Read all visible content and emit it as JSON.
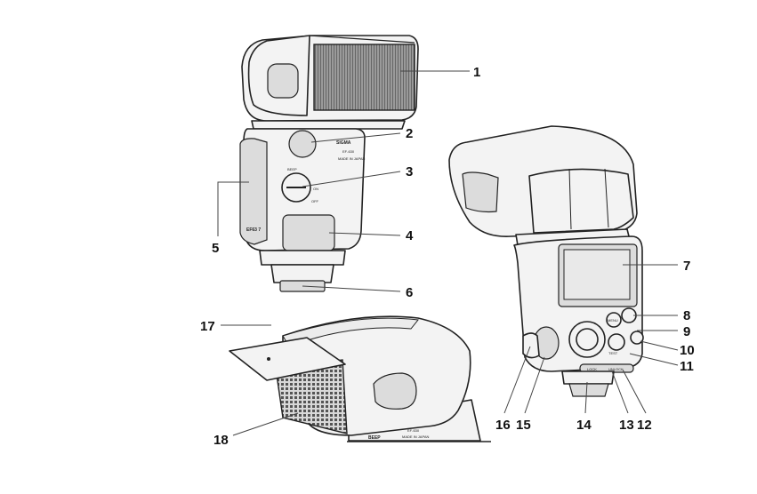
{
  "callouts": [
    {
      "id": "1",
      "label": "1"
    },
    {
      "id": "2",
      "label": "2"
    },
    {
      "id": "3",
      "label": "3"
    },
    {
      "id": "4",
      "label": "4"
    },
    {
      "id": "5",
      "label": "5"
    },
    {
      "id": "6",
      "label": "6"
    },
    {
      "id": "7",
      "label": "7"
    },
    {
      "id": "8",
      "label": "8"
    },
    {
      "id": "9",
      "label": "9"
    },
    {
      "id": "10",
      "label": "10"
    },
    {
      "id": "11",
      "label": "11"
    },
    {
      "id": "12",
      "label": "12"
    },
    {
      "id": "13",
      "label": "13"
    },
    {
      "id": "14",
      "label": "14"
    },
    {
      "id": "15",
      "label": "15"
    },
    {
      "id": "16",
      "label": "16"
    },
    {
      "id": "17",
      "label": "17"
    },
    {
      "id": "18",
      "label": "18"
    }
  ],
  "body_text": {
    "brand": "SIGMA",
    "model": "EF-630",
    "origin": "MADE IN JAPAN",
    "beep": "BEEP",
    "on": "ON",
    "off": "OFF",
    "side_mark": "EF63 7",
    "menu": "MENU",
    "test": "TEST",
    "lock": "LOCK",
    "unlock": "UNLOCK"
  }
}
